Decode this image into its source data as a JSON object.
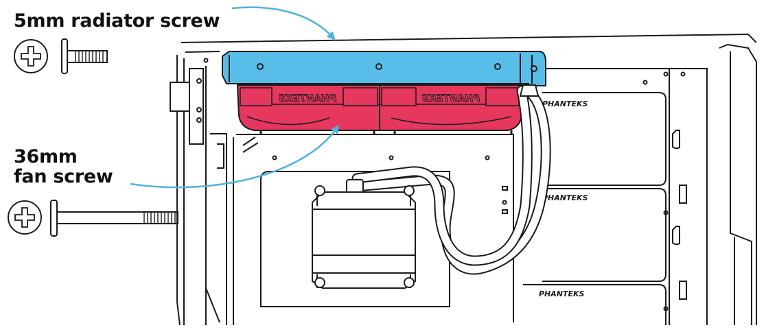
{
  "labels": {
    "radiator_screw": "5mm radiator screw",
    "fan_screw_line1": "36mm",
    "fan_screw_line2": "fan screw"
  },
  "brand": {
    "fan_text": "PHANTEKS",
    "drive_tray_text": "PHANTEKS"
  },
  "icons": {
    "screw_head": "phillips-screw-head-icon",
    "short_screw": "short-screw-icon",
    "long_screw": "long-screw-icon"
  },
  "colors": {
    "radiator": "#58bde8",
    "fans": "#e6375f",
    "arrow": "#4fb3e0",
    "line": "#1a1a1a"
  }
}
